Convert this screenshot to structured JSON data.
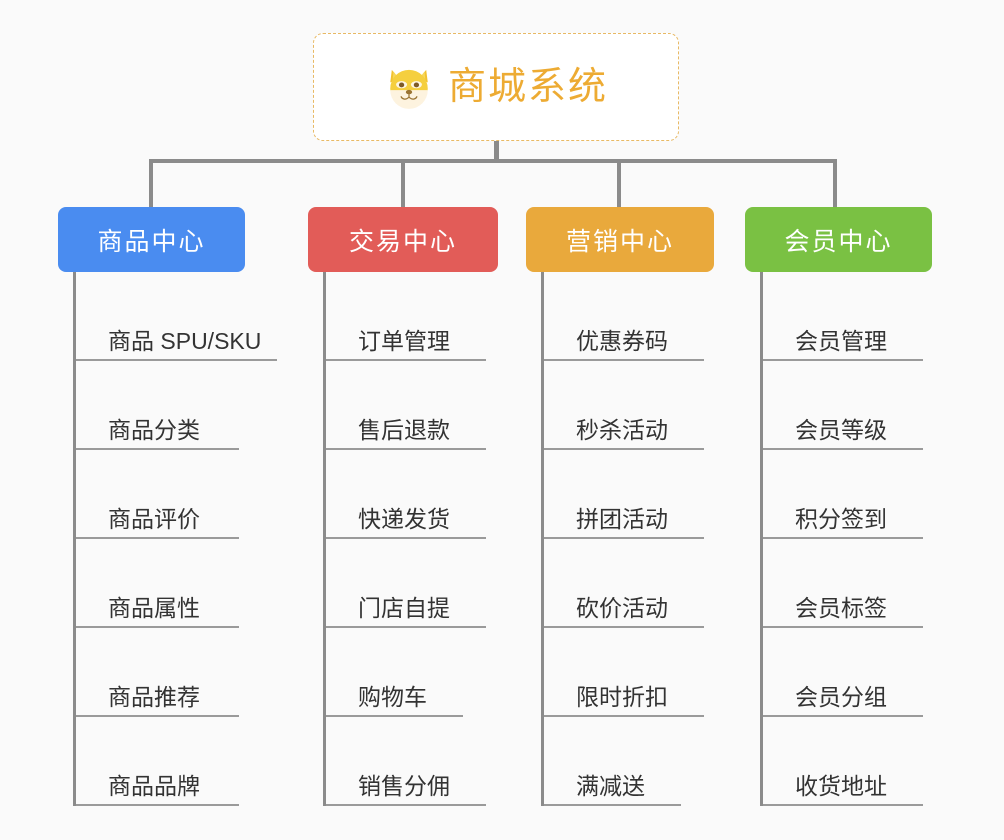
{
  "diagram": {
    "title": "商城系统",
    "type": "organization-tree",
    "background_color": "#fafafa",
    "connector_color": "#8b8b8b",
    "root": {
      "label": "商城系统",
      "icon": "shiba-dog-face-icon",
      "text_color": "#edab33",
      "border_color": "#e8b964",
      "background_color": "#ffffff"
    },
    "columns": [
      {
        "label": "商品中心",
        "color": "#4a8cf0",
        "leaves": [
          "商品 SPU/SKU",
          "商品分类",
          "商品评价",
          "商品属性",
          "商品推荐",
          "商品品牌"
        ]
      },
      {
        "label": "交易中心",
        "color": "#e25c58",
        "leaves": [
          "订单管理",
          "售后退款",
          "快递发货",
          "门店自提",
          "购物车",
          "销售分佣"
        ]
      },
      {
        "label": "营销中心",
        "color": "#e9a93c",
        "leaves": [
          "优惠券码",
          "秒杀活动",
          "拼团活动",
          "砍价活动",
          "限时折扣",
          "满减送"
        ]
      },
      {
        "label": "会员中心",
        "color": "#7ac143",
        "leaves": [
          "会员管理",
          "会员等级",
          "积分签到",
          "会员标签",
          "会员分组",
          "收货地址"
        ]
      }
    ]
  }
}
